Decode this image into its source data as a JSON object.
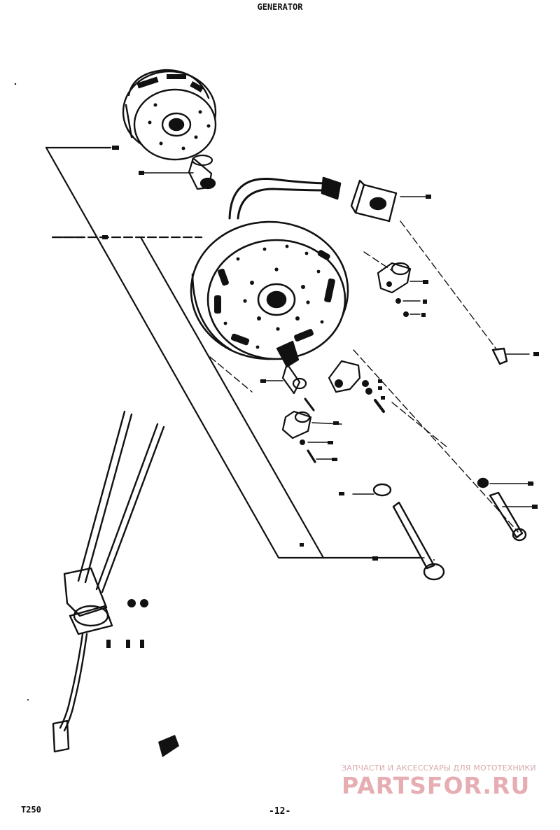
{
  "page": {
    "title": "GENERATOR",
    "model": "T250",
    "page_number": "-12-"
  },
  "watermark": {
    "tagline": "ЗАПЧАСТИ И АКСЕССУАРЫ ДЛЯ МОТОТЕХНИКИ",
    "brand": "PARTSFOR.RU",
    "color": "#e6adb3"
  },
  "colors": {
    "ink": "#111111",
    "paper": "#ffffff"
  }
}
